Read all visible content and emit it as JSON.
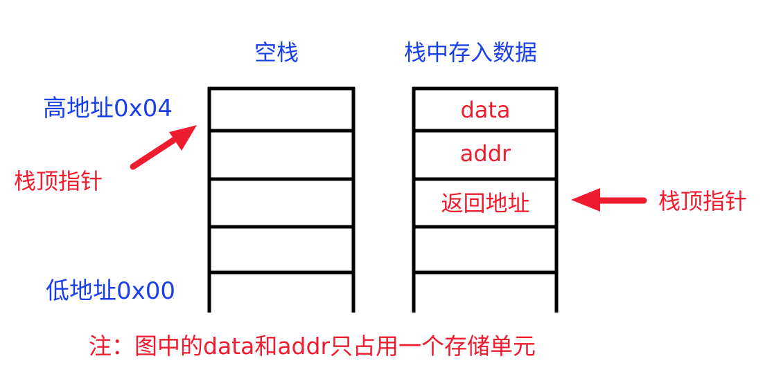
{
  "titles": {
    "empty_stack": "空栈",
    "stack_with_data": "栈中存入数据"
  },
  "labels": {
    "high_address": "高地址0x04",
    "low_address": "低地址0x00",
    "stack_pointer_left": "栈顶指针",
    "stack_pointer_right": "栈顶指针"
  },
  "filled_stack": {
    "cells": [
      "data",
      "addr",
      "返回地址",
      "",
      ""
    ]
  },
  "note": "注：图中的data和addr只占用一个存储单元",
  "colors": {
    "title_blue": "#1a3fe6",
    "accent_red": "#ee1c2e",
    "stroke": "#000000"
  }
}
